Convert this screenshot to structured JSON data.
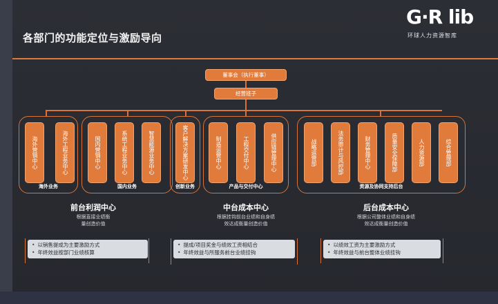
{
  "title": "各部门的功能定位与激励导向",
  "logo": {
    "mark": "G·R lib",
    "sub": "环球人力资源智库"
  },
  "top_boxes": [
    "董事会（执行董事）",
    "经营班子"
  ],
  "departments": [
    "海外营销中心",
    "海外工程业务中心",
    "国内营销中心",
    "系统工程业务中心",
    "智慧能源业务中心",
    "客户解决方案研发中心",
    "制造运营中心",
    "工程交付中心",
    "供应链管理中心",
    "战略运营部",
    "法务审计与风控部",
    "财务管理中心",
    "质量安全保障部",
    "人力资源部",
    "综合管理部"
  ],
  "groups": [
    "海外业务",
    "国内业务",
    "创新业务",
    "产品与交付中心",
    "资源及协同支持后台"
  ],
  "centers": [
    {
      "title": "前台利润中心",
      "desc": [
        "根据直接业绩衡",
        "量创造价值"
      ],
      "notes": [
        "以销售提成为主要激励方式",
        "年终效益按部门业绩核算"
      ]
    },
    {
      "title": "中台成本中心",
      "desc": [
        "根据挂钩前台业绩和自身绩",
        "效达成衡量创造价值"
      ],
      "notes": [
        "提成/项目奖金与绩效工资相结合",
        "年终效益与所服务前台业绩挂钩"
      ]
    },
    {
      "title": "后台成本中心",
      "desc": [
        "根据公司整体业绩和自身绩",
        "效达成衡量创造价值"
      ],
      "notes": [
        "以绩效工资为主要激励方式",
        "年终效益与前台整体业绩挂钩"
      ]
    }
  ],
  "colors": {
    "accent": "#e07b3c",
    "background": "#2b2d33",
    "note_bg": "#d9dce0"
  }
}
